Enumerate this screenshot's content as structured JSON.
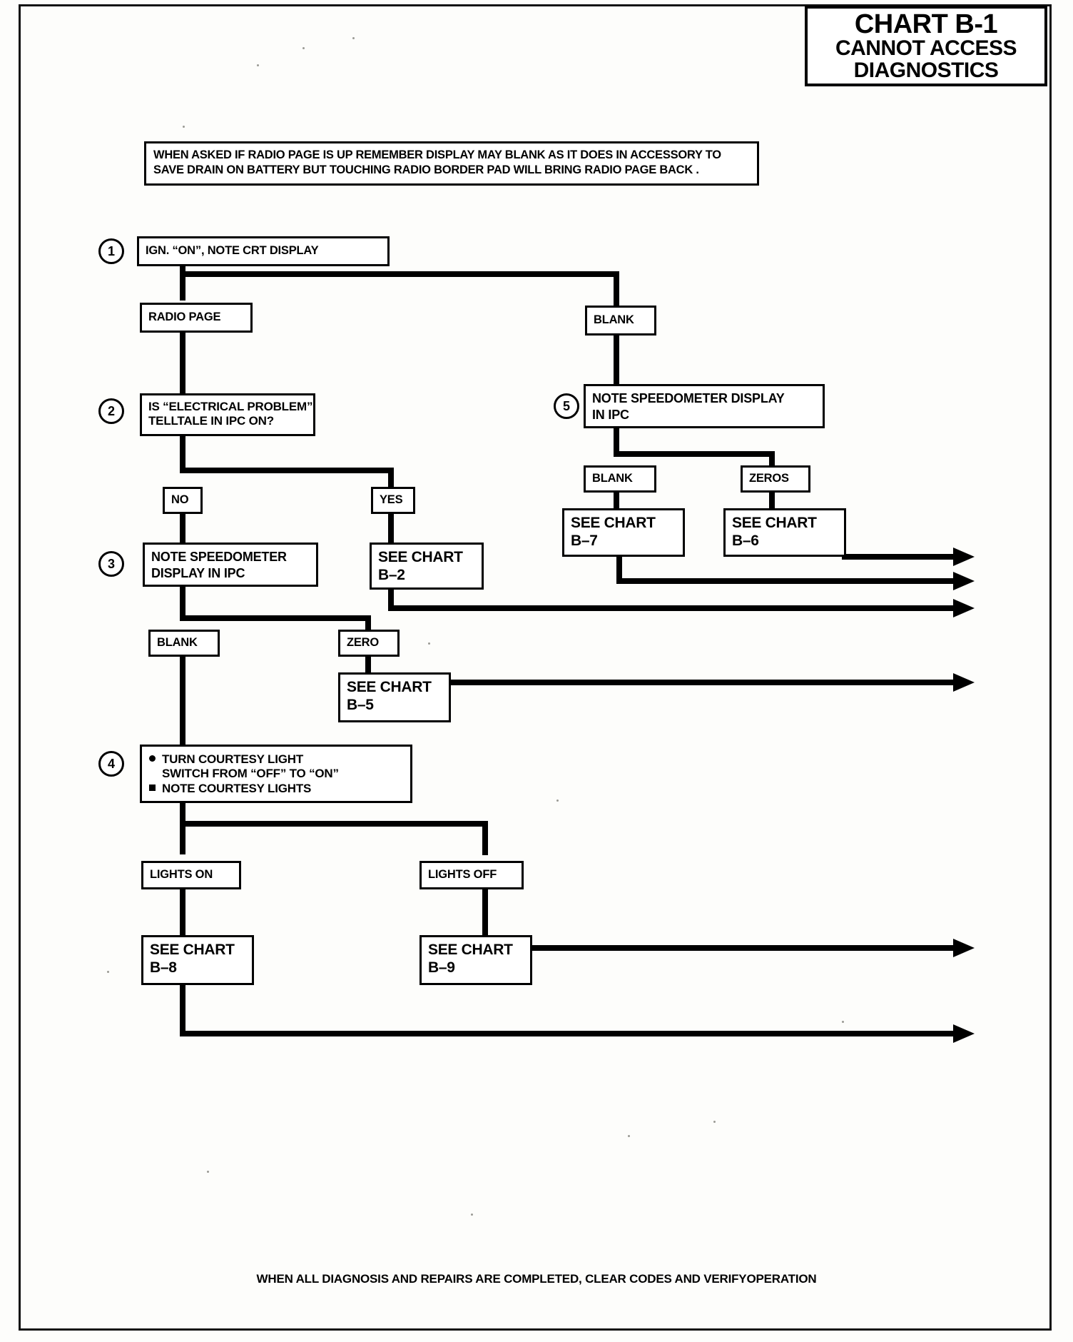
{
  "title_block": {
    "line1": "CHART B-1",
    "line2": "CANNOT ACCESS",
    "line3": "DIAGNOSTICS"
  },
  "note": {
    "line1": "WHEN ASKED IF RADIO PAGE IS UP REMEMBER DISPLAY MAY BLANK AS IT DOES IN  ACCESSORY TO",
    "line2": "SAVE DRAIN ON BATTERY BUT TOUCHING RADIO BORDER PAD WILL BRING RADIO PAGE BACK ."
  },
  "steps": {
    "s1": "1",
    "s2": "2",
    "s3": "3",
    "s4": "4",
    "s5": "5"
  },
  "boxes": {
    "ign_on": "IGN. “ON”, NOTE CRT DISPLAY",
    "radio_page": "RADIO PAGE",
    "blank_top": "BLANK",
    "electrical_l1": "IS “ELECTRICAL PROBLEM”",
    "electrical_l2": "TELLTALE IN IPC ON?",
    "note_speedo5_l1": "NOTE SPEEDOMETER DISPLAY",
    "note_speedo5_l2": "IN IPC",
    "no": "NO",
    "yes": "YES",
    "blank_5": "BLANK",
    "zeros_5": "ZEROS",
    "note_speedo3_l1": "NOTE SPEEDOMETER",
    "note_speedo3_l2": "DISPLAY IN IPC",
    "chart_b2_l1": "SEE CHART",
    "chart_b2_l2": "B–2",
    "chart_b7_l1": "SEE CHART",
    "chart_b7_l2": "B–7",
    "chart_b6_l1": "SEE CHART",
    "chart_b6_l2": "B–6",
    "blank_3": "BLANK",
    "zero_3": "ZERO",
    "chart_b5_l1": "SEE CHART",
    "chart_b5_l2": "B–5",
    "step4_b1_l1": "TURN COURTESY LIGHT",
    "step4_b1_l2": "SWITCH FROM “OFF” TO “ON”",
    "step4_b2": "NOTE COURTESY LIGHTS",
    "lights_on": "LIGHTS ON",
    "lights_off": "LIGHTS OFF",
    "chart_b8_l1": "SEE CHART",
    "chart_b8_l2": "B–8",
    "chart_b9_l1": "SEE CHART",
    "chart_b9_l2": "B–9"
  },
  "footer": "WHEN ALL DIAGNOSIS AND REPAIRS ARE COMPLETED, CLEAR CODES AND VERIFYOPERATION",
  "colors": {
    "ink": "#000000",
    "paper": "#fdfdfb"
  }
}
